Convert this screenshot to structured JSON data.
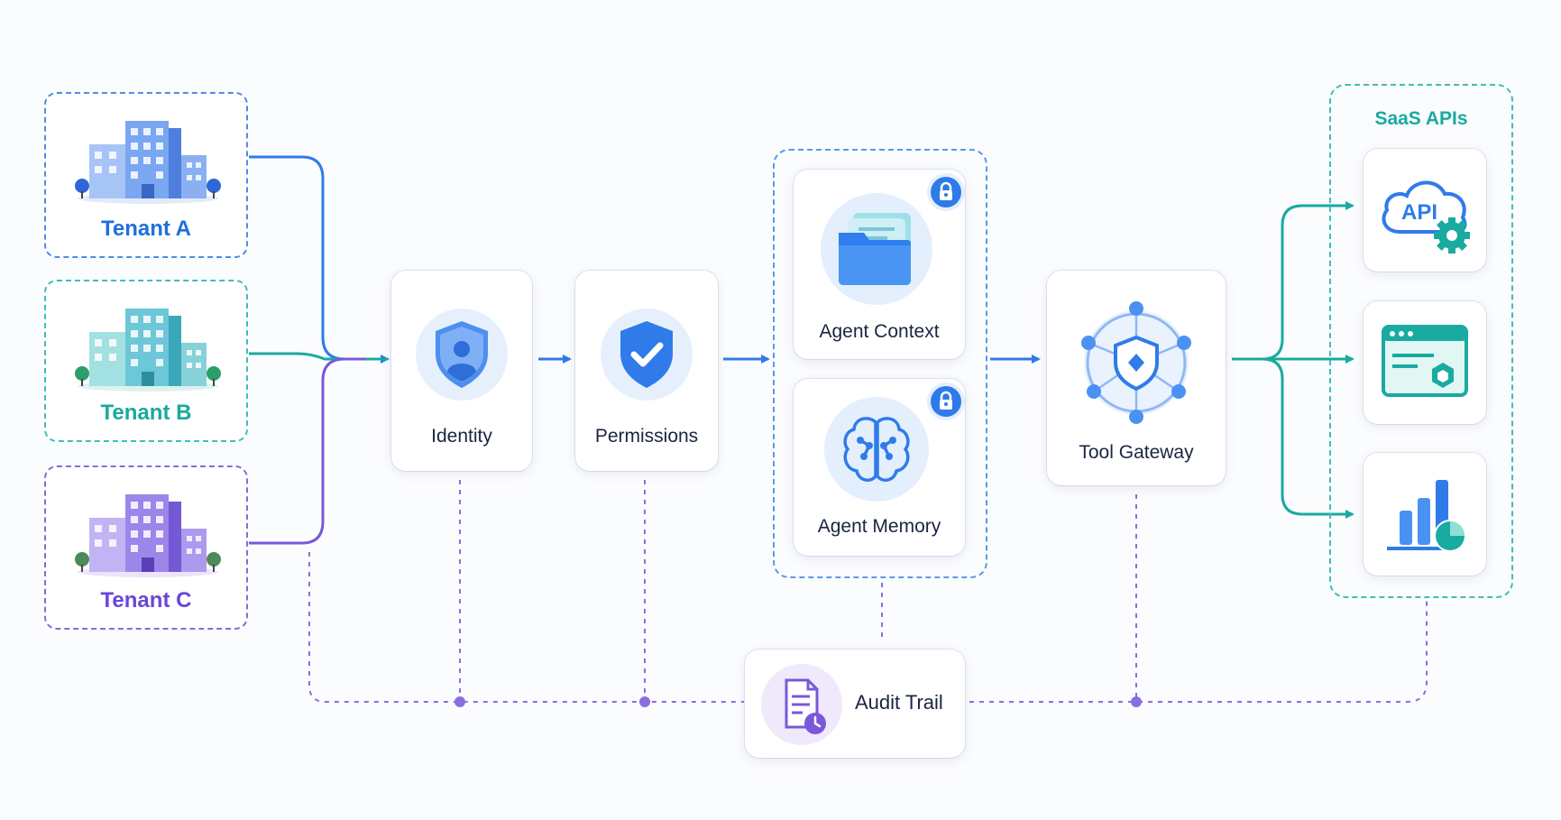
{
  "tenants": [
    {
      "label": "Tenant A",
      "color": "#1f6fde"
    },
    {
      "label": "Tenant B",
      "color": "#18aa9e"
    },
    {
      "label": "Tenant C",
      "color": "#6b46d6"
    }
  ],
  "pipeline": {
    "identity": {
      "label": "Identity",
      "icon": "identity-shield-icon"
    },
    "permissions": {
      "label": "Permissions",
      "icon": "check-shield-icon"
    },
    "agent_context": {
      "label": "Agent Context",
      "icon": "folder-icon"
    },
    "agent_memory": {
      "label": "Agent Memory",
      "icon": "brain-icon"
    },
    "tool_gateway": {
      "label": "Tool Gateway",
      "icon": "gateway-network-icon"
    }
  },
  "saas": {
    "title": "SaaS APIs",
    "api_text": "API",
    "items": [
      "api-cloud-icon",
      "web-app-icon",
      "analytics-chart-icon"
    ]
  },
  "audit": {
    "label": "Audit Trail",
    "icon": "audit-document-icon"
  },
  "colors": {
    "blue": "#2d7be8",
    "teal": "#19aaa0",
    "purple": "#7a58d8",
    "text": "#1b2540"
  }
}
